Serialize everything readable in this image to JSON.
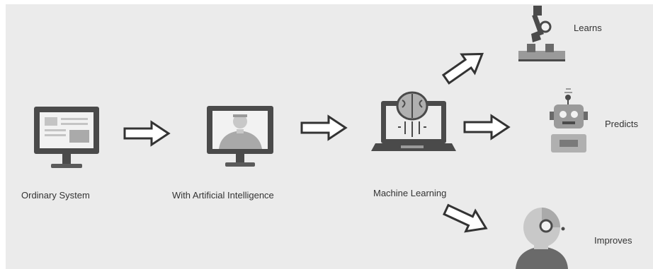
{
  "stages": {
    "ordinary": "Ordinary System",
    "ai": "With Artificial Intelligence",
    "ml": "Machine Learning"
  },
  "outcomes": {
    "learns": "Learns",
    "predicts": "Predicts",
    "improves": "Improves"
  },
  "colors": {
    "background": "#ebebeb",
    "monitor": "#4a4a4a",
    "screen": "#f2f2f2",
    "accent": "#b9b9b9",
    "arrow_outline": "#333333"
  }
}
